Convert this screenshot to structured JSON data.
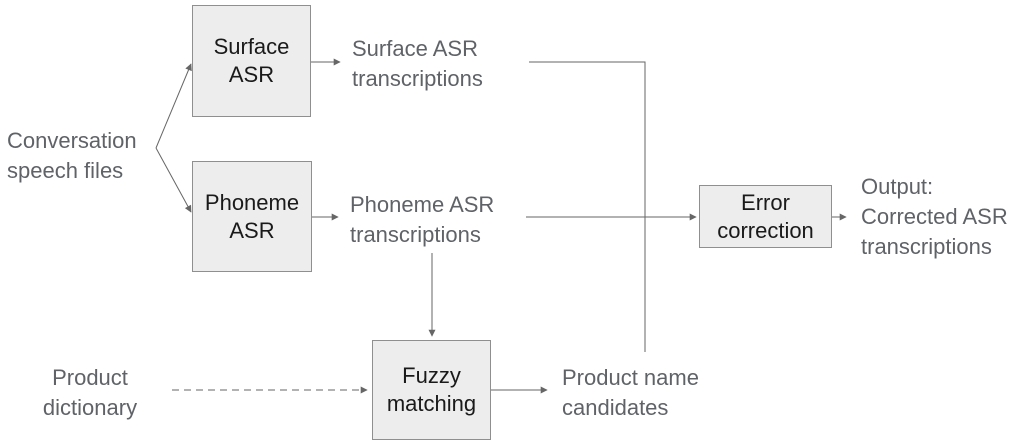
{
  "boxes": {
    "surface_asr": {
      "label": "Surface\nASR"
    },
    "phoneme_asr": {
      "label": "Phoneme\nASR"
    },
    "fuzzy_matching": {
      "label": "Fuzzy\nmatching"
    },
    "error_correction": {
      "label": "Error\ncorrection"
    }
  },
  "labels": {
    "conversation_speech_files": {
      "text": "Conversation\nspeech files"
    },
    "surface_asr_transcriptions": {
      "text": "Surface ASR\ntranscriptions"
    },
    "phoneme_asr_transcriptions": {
      "text": "Phoneme ASR\ntranscriptions"
    },
    "product_dictionary": {
      "text": "Product\ndictionary"
    },
    "product_name_candidates": {
      "text": "Product name\ncandidates"
    },
    "output": {
      "text": "Output:\nCorrected ASR\ntranscriptions"
    }
  },
  "colors": {
    "box_fill": "#ededed",
    "box_border": "#8f8f8f",
    "box_text": "#1a1a1a",
    "label_text": "#5f6368",
    "connector": "#666666",
    "background": "#ffffff"
  }
}
